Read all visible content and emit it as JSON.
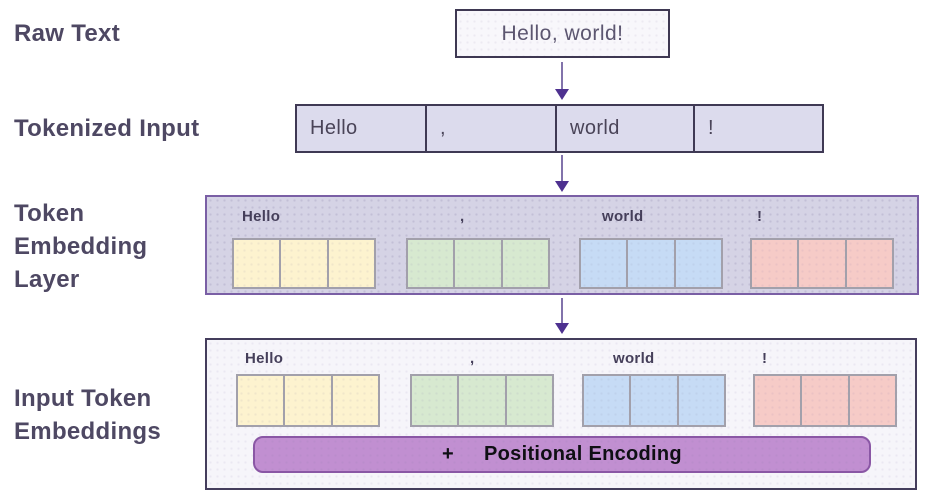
{
  "side_labels": {
    "raw_text": "Raw Text",
    "tokenized_input": "Tokenized Input",
    "token_embedding_layer": "Token\nEmbedding\nLayer",
    "input_token_embeddings": "Input Token\nEmbeddings"
  },
  "raw_text_box": {
    "text": "Hello, world!"
  },
  "tokens": [
    "Hello",
    ",",
    "world",
    "!"
  ],
  "embedding": {
    "cells_per_token": 3,
    "cell_colors": [
      "#fdf3cf",
      "#d7e9d0",
      "#c6dbf5",
      "#f6cbc7"
    ]
  },
  "positional_encoding": {
    "plus": "+",
    "label": "Positional Encoding"
  },
  "colors": {
    "label_text": "#4e4863",
    "dark_border": "#3f3954",
    "purple_border": "#7a5fa5",
    "arrow": "#4e3190",
    "token_row_bg": "#dcdbed",
    "tel_box_bg": "#d5d3e5",
    "ite_box_bg": "#f6f5fa",
    "raw_box_bg": "#f8f7fb",
    "pe_bar_bg": "#c18fd1",
    "pe_bar_border": "#8a57a5"
  }
}
